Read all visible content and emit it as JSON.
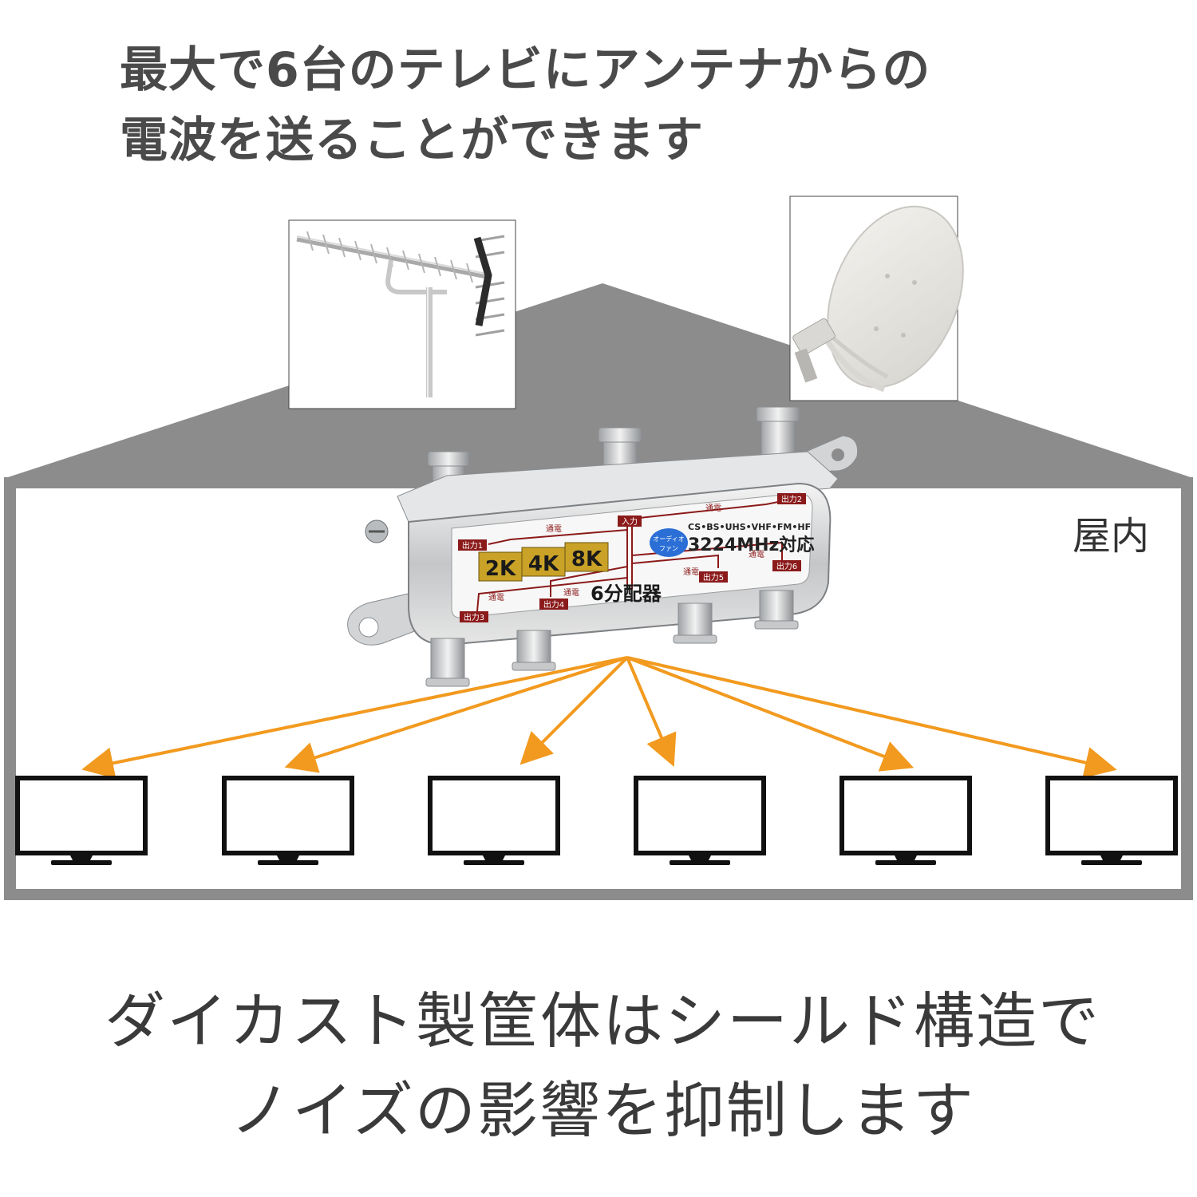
{
  "headline": {
    "line1": "最大で6台のテレビにアンテナからの",
    "line2": "電波を送ることができます"
  },
  "indoor_label": "屋内",
  "splitter": {
    "badges": [
      "2K",
      "4K",
      "8K"
    ],
    "name": "6分配器",
    "freq_top": "CS•BS•UHS•VHF•FM•HF",
    "freq_main": "3224MHz対応",
    "brand_line1": "オーディオ",
    "brand_line2": "ファン",
    "input_label": "入力",
    "output_labels": [
      "出力1",
      "出力2",
      "出力3",
      "出力4",
      "出力5",
      "出力6"
    ],
    "pass_label": "通電"
  },
  "footer": {
    "line1": "ダイカスト製筐体はシールド構造で",
    "line2": "ノイズの影響を抑制します"
  },
  "colors": {
    "house_gray": "#8c8c8c",
    "arrow_orange": "#f29a1f",
    "label_red": "#8b1a1a",
    "badge_gold": "#c9a227",
    "text_dark": "#4a4a4a"
  },
  "icons": [
    "uhf-antenna-icon",
    "satellite-dish-icon",
    "tv-icon"
  ]
}
